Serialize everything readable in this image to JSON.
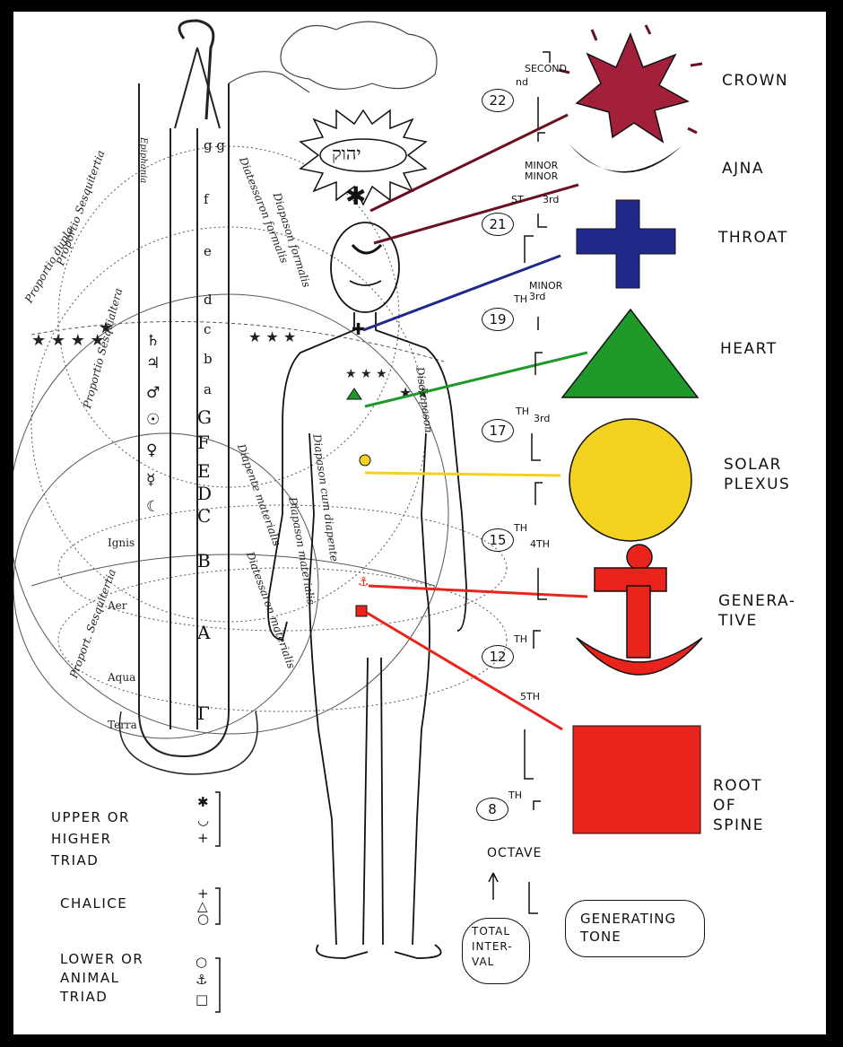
{
  "header": {
    "hebrew_name": "יהוק"
  },
  "chakras": [
    {
      "id": "crown",
      "label": "CROWN",
      "color": "#8b1a2b",
      "interval_number": "22",
      "interval_suffix": "nd",
      "interval_name": "SECOND",
      "symbol": "star-icon"
    },
    {
      "id": "ajna",
      "label": "AJNA",
      "color": "#1a1a1a",
      "interval_name": "MINOR\nMINOR",
      "symbol": "crescent-icon"
    },
    {
      "id": "throat",
      "label": "THROAT",
      "color": "#1f2a8a",
      "interval_number": "21",
      "interval_suffix": "ST",
      "interval_name": "3rd",
      "symbol": "cross-icon"
    },
    {
      "id": "heart",
      "label": "HEART",
      "color": "#1f9a2a",
      "interval_number": "19",
      "interval_suffix": "TH",
      "interval_name": "MINOR\n3rd",
      "symbol": "triangle-icon"
    },
    {
      "id": "solar",
      "label": "SOLAR\nPLEXUS",
      "color": "#f2d21f",
      "interval_number": "17",
      "interval_suffix": "TH",
      "interval_name": "3rd",
      "symbol": "circle-icon"
    },
    {
      "id": "generative",
      "label": "GENERA-\nTIVE",
      "color": "#e8241c",
      "interval_number": "15",
      "interval_suffix": "TH",
      "interval_name": "4TH",
      "symbol": "anchor-icon"
    },
    {
      "id": "root",
      "label": "ROOT\nOF\nSPINE",
      "color": "#e8241c",
      "interval_number": "12",
      "interval_suffix": "TH",
      "interval_name": "5TH",
      "symbol": "square-icon"
    }
  ],
  "octave": {
    "number": "8",
    "suffix": "TH",
    "label": "OCTAVE"
  },
  "boxes": {
    "total_interval": "TOTAL\nINTER-\nVAL",
    "generating_tone": "GENERATING\nTONE"
  },
  "triads": [
    {
      "label": "UPPER OR\nHIGHER\nTRIAD",
      "symbols": [
        "✱",
        "◡",
        "+"
      ]
    },
    {
      "label": "CHALICE",
      "symbols": [
        "+",
        "△",
        "○"
      ]
    },
    {
      "label": "LOWER OR\nANIMAL\nTRIAD",
      "symbols": [
        "○",
        "⚓",
        "□"
      ]
    }
  ],
  "monochord": {
    "letters": [
      "g g",
      "f",
      "e",
      "d",
      "c",
      "b",
      "a",
      "G",
      "F",
      "E",
      "D",
      "C",
      "B",
      "A",
      "Γ"
    ],
    "elements": [
      "Ignis",
      "Aer",
      "Aqua",
      "Terra"
    ],
    "planets": [
      "♄",
      "♃",
      "♂",
      "☉",
      "♀",
      "☿",
      "☾"
    ],
    "latin_labels": [
      "Proportio dupla",
      "Proportio Sesquitertia",
      "Proportio Sesquialtera",
      "Proport. Sesquitertia",
      "Diatessaron formalis",
      "Diapason formalis",
      "Diapente materialis",
      "Diatessaron materialis",
      "Diapason materialis",
      "Diapason cum diapente",
      "Disdiapason",
      "Epiphania"
    ]
  }
}
